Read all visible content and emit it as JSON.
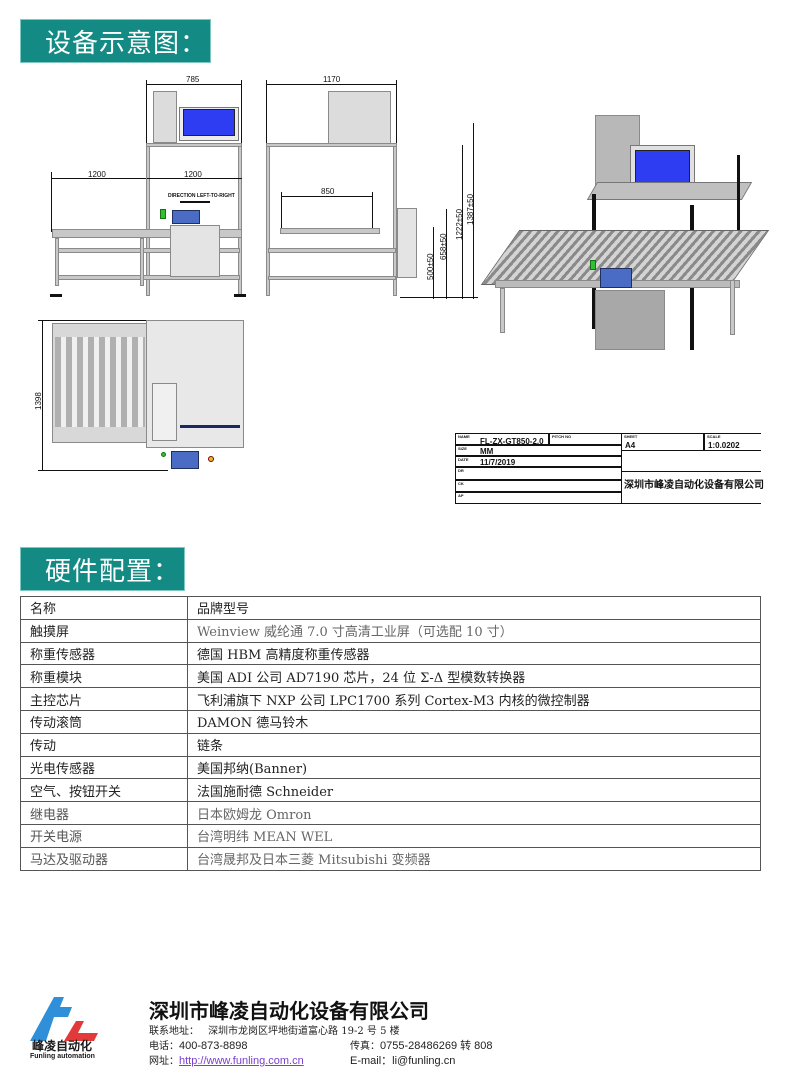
{
  "sections": {
    "diagram_title": "设备示意图：",
    "hardware_title": "硬件配置："
  },
  "drawings": {
    "front_view": {
      "dims": {
        "top_width": "785",
        "left_len": "1200",
        "right_len": "1200"
      },
      "direction_label": "DIRECTION LEFT-TO-RIGHT"
    },
    "side_view": {
      "dims": {
        "overall_width": "1170",
        "roller_width": "850",
        "h1": "500±50",
        "h2": "658±50",
        "h3": "1222±50",
        "h4": "1387±50"
      }
    },
    "top_view": {
      "dims": {
        "depth": "1398"
      }
    },
    "title_block": {
      "name_label": "NAME",
      "name": "FL-ZX-GT850-2.0",
      "pitch_label": "PITCH NO",
      "sheet_label": "SHEET",
      "sheet": "A4",
      "scale_label": "SCALE",
      "scale": "1:0.0202",
      "size_label": "SIZE",
      "size": "MM",
      "date_label": "DATE",
      "date": "11/7/2019",
      "r4_label": "DR",
      "r5_label": "CK",
      "r6_label": "AP",
      "company": "深圳市峰凌自动化设备有限公司"
    }
  },
  "hardware_table": {
    "header": {
      "name": "名称",
      "brand": "品牌型号"
    },
    "rows": [
      {
        "name": "触摸屏",
        "brand": "Weinview 威纶通 7.0 寸高清工业屏（可选配 10 寸）"
      },
      {
        "name": "称重传感器",
        "brand": "德国 HBM 高精度称重传感器"
      },
      {
        "name": "称重模块",
        "brand": "美国 ADI 公司 AD7190 芯片，24 位 Σ-Δ 型模数转换器"
      },
      {
        "name": "主控芯片",
        "brand": "飞利浦旗下 NXP 公司 LPC1700 系列 Cortex-M3 内核的微控制器"
      },
      {
        "name": "传动滚筒",
        "brand": "DAMON 德马铃木"
      },
      {
        "name": "传动",
        "brand": "链条"
      },
      {
        "name": "光电传感器",
        "brand": "美国邦纳(Banner)"
      },
      {
        "name": "空气、按钮开关",
        "brand": "法国施耐德 Schneider"
      },
      {
        "name": "继电器",
        "brand": "日本欧姆龙 Omron"
      },
      {
        "name": "开关电源",
        "brand": "台湾明纬 MEAN WEL"
      },
      {
        "name": "马达及驱动器",
        "brand": "台湾晟邦及日本三菱 Mitsubishi 变频器"
      }
    ]
  },
  "footer": {
    "logo_cn": "峰凌自动化",
    "logo_en": "Funling automation",
    "company": "深圳市峰凌自动化设备有限公司",
    "address_label": "联系地址：",
    "address": "深圳市龙岗区坪地街道富心路 19-2 号 5 楼",
    "phone_label": "电话：",
    "phone": "400-873-8898",
    "fax_label": "传真：",
    "fax": "0755-28486269 转 808",
    "web_label": "网址：",
    "web": "http://www.funling.com.cn",
    "email_label": "E-mail：",
    "email": "li@funling.cn"
  },
  "colors": {
    "section_header_bg": "#138a84",
    "logo_blue": "#2f8fd8",
    "logo_red": "#e23a3a",
    "link": "#7a3fd0"
  }
}
